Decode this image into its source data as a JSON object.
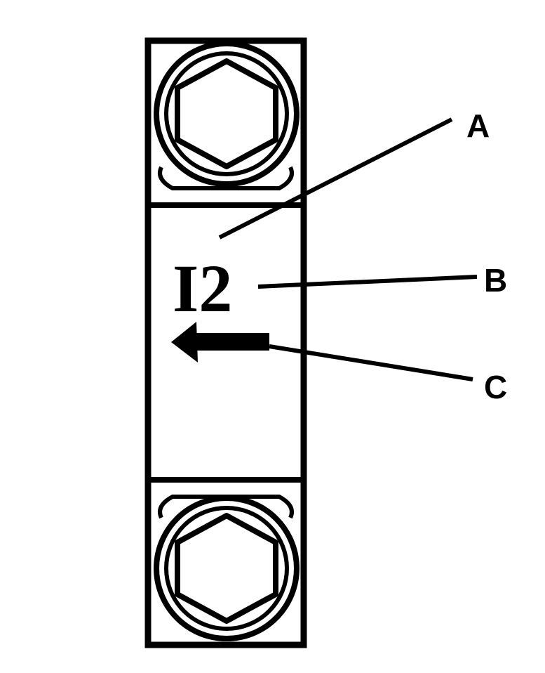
{
  "diagram": {
    "stamped_marking": "I2",
    "callouts": {
      "a": "A",
      "b": "B",
      "c": "C"
    },
    "line_color": "#000000",
    "background_color": "#ffffff"
  }
}
